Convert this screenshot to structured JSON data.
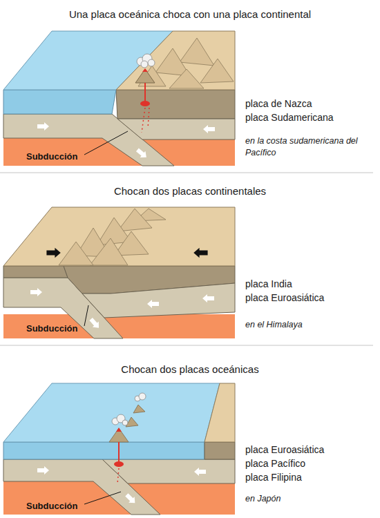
{
  "diagram": {
    "labels": [
      "Una placa oceánica choca con una placa continental",
      "placa de Nazca",
      "placa Sudamericana",
      "en la costa sudamericana del Pacífico",
      "Subducción",
      "Chocan dos placas continentales",
      "placa India",
      "placa Euroasiática",
      "en el Himalaya",
      "Subducción",
      "Chocan dos placas oceánicas",
      "placa Euroasiática",
      "placa Pacífico",
      "placa Filipina",
      "en Japón",
      "Subducción"
    ]
  }
}
